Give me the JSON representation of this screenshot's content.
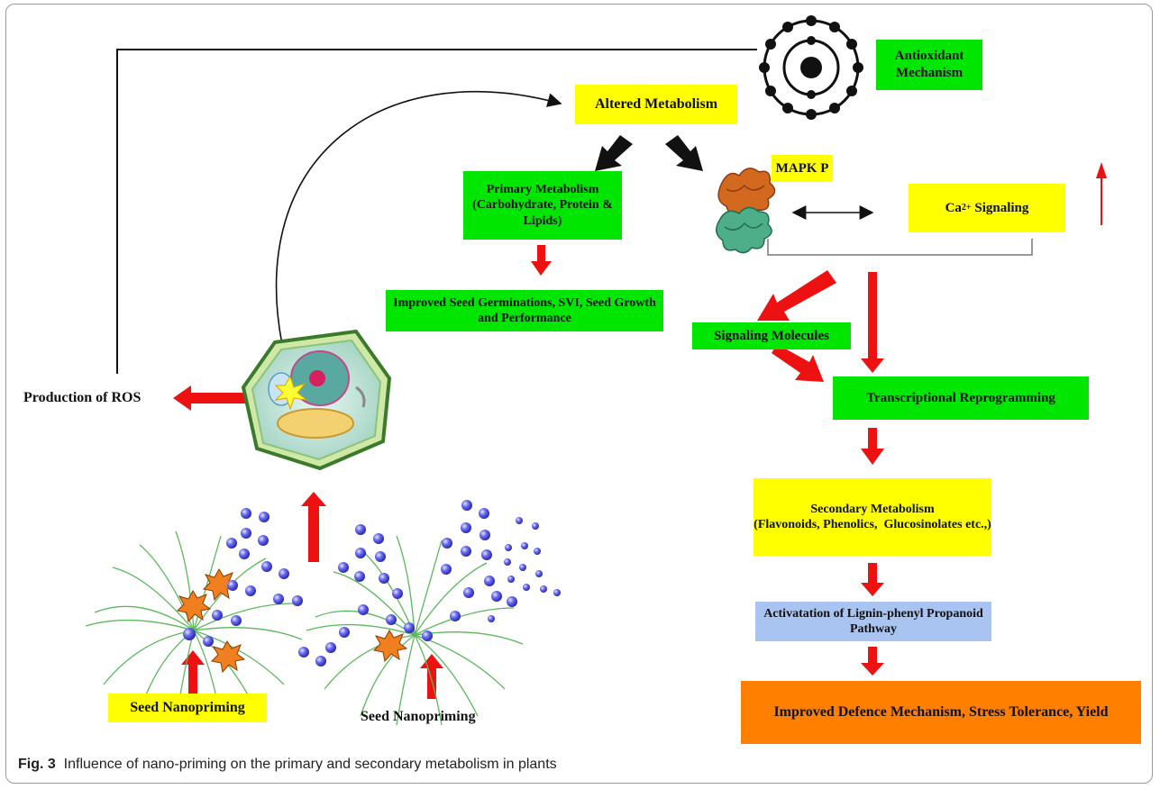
{
  "nodes": {
    "antioxidant": "Antioxidant Mechanism",
    "altered_metabolism": "Altered Metabolism",
    "primary_metabolism": "Primary Metabolism (Carbohydrate, Protein & Lipids)",
    "mapk": "MAPK P",
    "ca_signaling_prefix": "Ca",
    "ca_signaling_sup": "2+",
    "ca_signaling_suffix": " Signaling",
    "improved_seed": "Improved  Seed Germinations, SVI, Seed Growth and Performance",
    "signaling_molecules": "Signaling Molecules",
    "production_ros": "Production of ROS",
    "transcriptional": "Transcriptional Reprogramming",
    "secondary_title": "Secondary Metabolism",
    "secondary_sub": "(Flavonoids, Phenolics,  Glucosinolates etc.,)",
    "lignin": "Activatation of Lignin-phenyl Propanoid Pathway",
    "defence": "Improved Defence Mechanism, Stress Tolerance, Yield",
    "seed_nano_1": "Seed Nanopriming",
    "seed_nano_2": "Seed Nanopriming"
  },
  "caption": {
    "label": "Fig. 3",
    "text": "Influence of nano-priming on the primary and secondary metabolism in plants"
  },
  "colors": {
    "yellow": "#ffff00",
    "green": "#00e600",
    "blue": "#a9c4f0",
    "orange": "#ff7f00",
    "arrow_red": "#ee1111",
    "arrow_black": "#111111"
  }
}
